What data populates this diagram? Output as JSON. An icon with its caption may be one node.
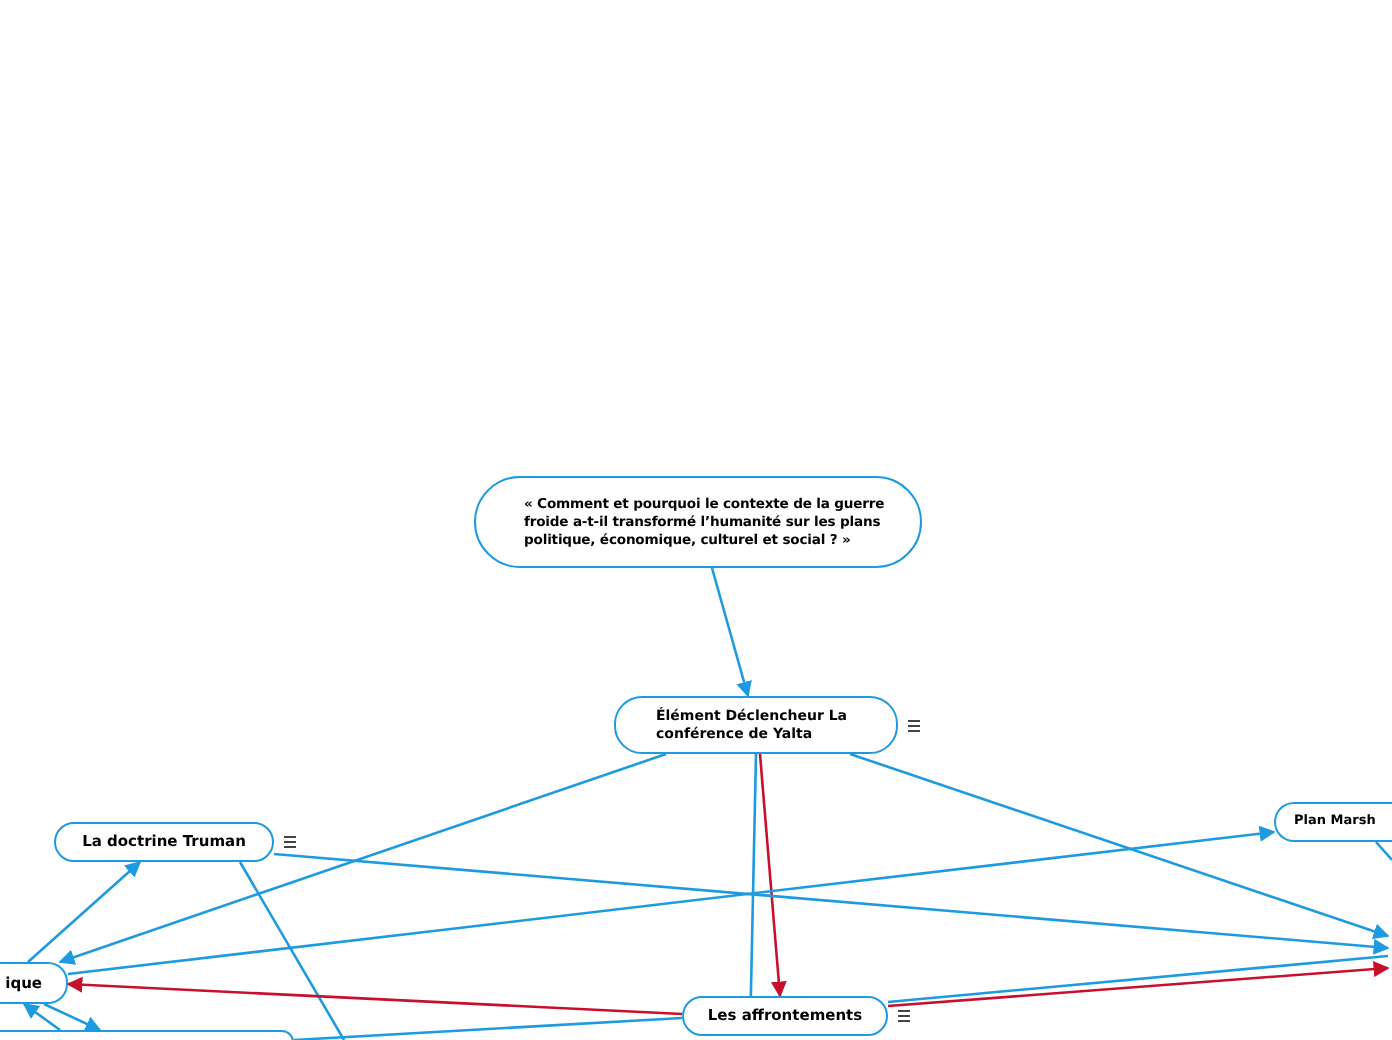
{
  "diagram": {
    "nodes": [
      {
        "text": [
          "« Comment et pourquoi le contexte de la guerre froide a-t-il transformé l’humanité sur les plans politique, économique, culturel et social ? »"
        ]
      },
      {
        "text": [
          "Élément Déclencheur La conférence de Yalta"
        ]
      },
      {
        "text": [
          "La doctrine Truman"
        ]
      },
      {
        "text": [
          "ique"
        ]
      },
      {
        "text": [
          "Plan Marsh"
        ]
      },
      {
        "text": [
          "Les affrontements"
        ]
      },
      {
        "text": [],
        "shape": "box"
      }
    ],
    "edges": [
      {
        "from": 0,
        "to": 1,
        "arrow": "to"
      },
      {
        "from": 1,
        "to": 3,
        "arrow": "to"
      },
      {
        "from": 1,
        "to": null,
        "arrow": "to"
      },
      {
        "from": 1,
        "to": 5,
        "arrow": "to",
        "color": "#c8102e"
      },
      {
        "from": 1,
        "to": 5,
        "arrow": "none"
      },
      {
        "from": 3,
        "to": 2,
        "arrow": "to"
      },
      {
        "from": 2,
        "to": null,
        "arrow": "to"
      },
      {
        "from": 2,
        "to": null,
        "arrow": "none"
      },
      {
        "from": 3,
        "to": 4,
        "arrow": "to"
      },
      {
        "from": 5,
        "to": 3,
        "arrow": "to",
        "color": "#c8102e"
      },
      {
        "from": 5,
        "to": null,
        "arrow": "to",
        "color": "#c8102e"
      },
      {
        "from": 5,
        "to": null,
        "arrow": "none"
      },
      {
        "from": 6,
        "to": 5,
        "arrow": "none"
      },
      {
        "from": 6,
        "to": 3,
        "arrow": "to"
      },
      {
        "from": 3,
        "to": 6,
        "arrow": "to"
      },
      {
        "from": 4,
        "to": null,
        "arrow": "none"
      }
    ]
  }
}
